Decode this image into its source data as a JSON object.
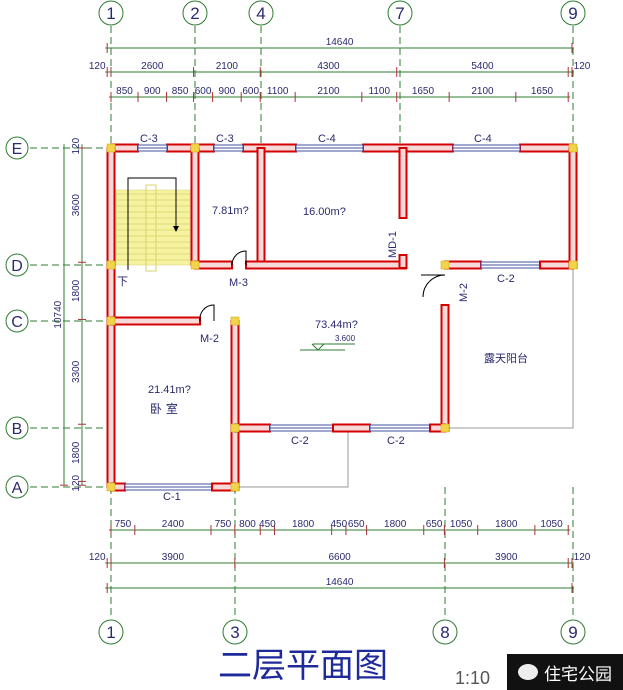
{
  "title": "二层平面图",
  "scale": "1:10",
  "watermark": "住宅公园",
  "colors": {
    "wall": "#d40000",
    "wall_fill": "#f6dada",
    "grid": "#2f7d32",
    "text": "#2a2a6e",
    "column": "#f3d34a",
    "stair": "#f6f3a0"
  },
  "axes": {
    "top": [
      "1",
      "2",
      "4",
      "7",
      "9"
    ],
    "bottom": [
      "1",
      "3",
      "8",
      "9"
    ],
    "left": [
      "E",
      "D",
      "C",
      "B",
      "A"
    ]
  },
  "dims": {
    "top_total": [
      "14640"
    ],
    "top_axis": [
      "120",
      "2600",
      "2100",
      "4300",
      "5400",
      "120"
    ],
    "top_detail": [
      "850",
      "900",
      "850",
      "600",
      "900",
      "600",
      "1100",
      "2100",
      "1100",
      "1650",
      "2100",
      "1650"
    ],
    "bottom_detail": [
      "750",
      "2400",
      "750",
      "800",
      "450",
      "1800",
      "450",
      "650",
      "1800",
      "650",
      "1050",
      "1800",
      "1050"
    ],
    "bottom_axis": [
      "120",
      "3900",
      "6600",
      "3900",
      "120"
    ],
    "bottom_total": [
      "14640"
    ],
    "left_total": [
      "10740"
    ],
    "left_axis": [
      "120",
      "3600",
      "1800",
      "3300",
      "1800",
      "120"
    ]
  },
  "rooms": {
    "small_room_area": "7.81m?",
    "room_area": "16.00m?",
    "hall_area": "73.44m?",
    "elevation": "3.600",
    "bedroom_area": "21.41m?",
    "bedroom_name": "卧 室",
    "balcony_name": "露天阳台",
    "stair_down": "下"
  },
  "openings": {
    "c3a": "C-3",
    "c3b": "C-3",
    "c4a": "C-4",
    "c4b": "C-4",
    "c2_balcony": "C-2",
    "c2a": "C-2",
    "c2b": "C-2",
    "c1": "C-1",
    "m3": "M-3",
    "m2_bed": "M-2",
    "m2_balcony": "M-2",
    "md1": "MD-1"
  }
}
